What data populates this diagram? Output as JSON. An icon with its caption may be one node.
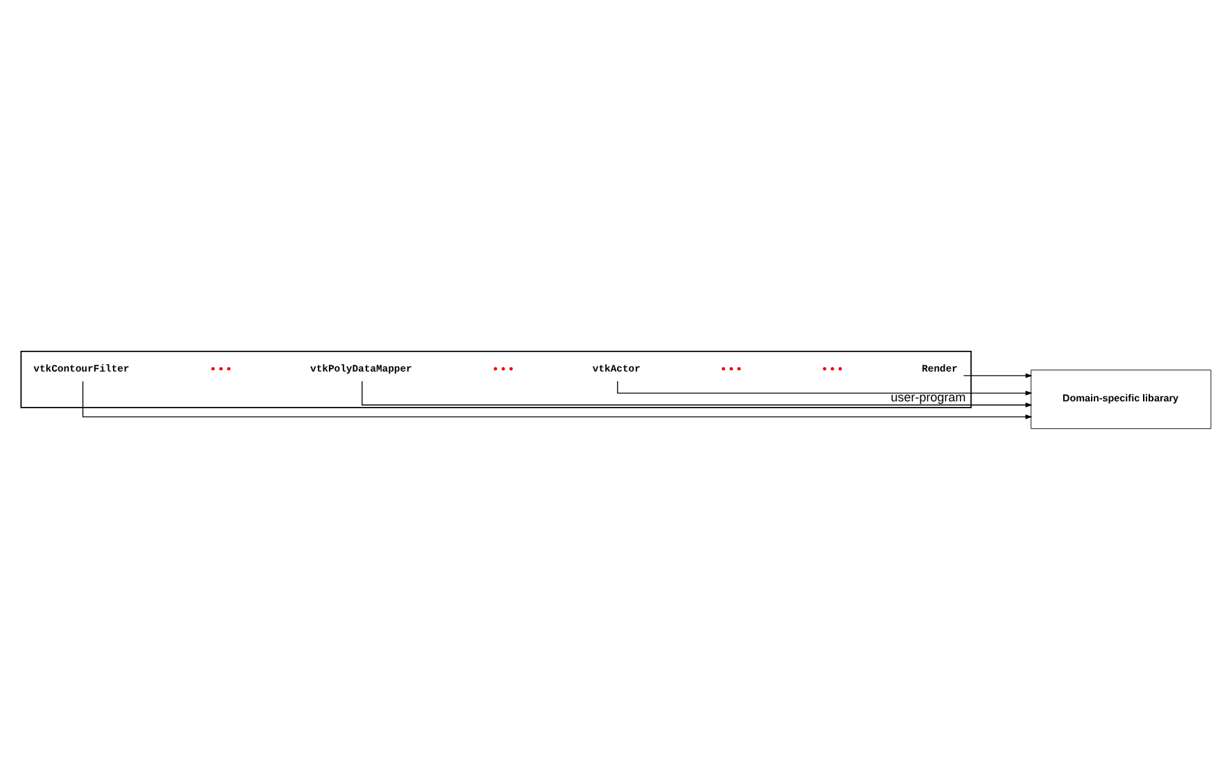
{
  "diagram": {
    "nodes": [
      {
        "text": [
          "user-program"
        ]
      },
      {
        "text": [
          "vtkContourFilter"
        ],
        "in": 0
      },
      {
        "text": [
          "vtkPolyDataMapper"
        ],
        "in": 0
      },
      {
        "text": [
          "vtkActor"
        ],
        "in": 0
      },
      {
        "text": [
          "Render"
        ],
        "in": 0
      },
      {
        "text": [
          "Domain-specific libarary"
        ]
      }
    ],
    "edges": [
      {
        "from": 1,
        "to": 5,
        "arrow": "to"
      },
      {
        "from": 2,
        "to": 5,
        "arrow": "to"
      },
      {
        "from": 3,
        "to": 5,
        "arrow": "to"
      },
      {
        "from": 4,
        "to": 5,
        "arrow": "to"
      }
    ],
    "labels": [
      "• • •",
      "• • •",
      "• • •",
      "• • •"
    ]
  }
}
